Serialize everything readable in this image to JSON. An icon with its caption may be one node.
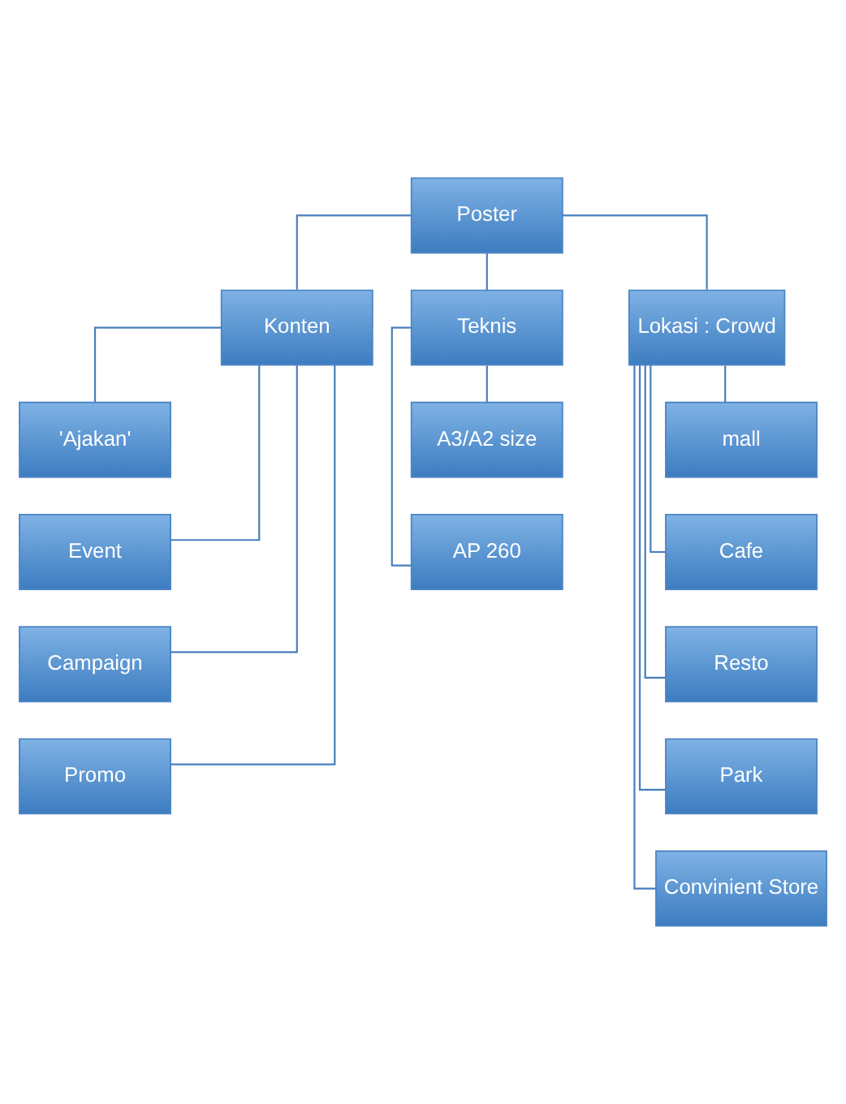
{
  "diagram": {
    "nodes": [
      {
        "text": [
          "Poster"
        ]
      },
      {
        "text": [
          "Konten"
        ]
      },
      {
        "text": [
          "Teknis"
        ]
      },
      {
        "text": [
          "Lokasi : Crowd"
        ]
      },
      {
        "text": [
          "'Ajakan'"
        ]
      },
      {
        "text": [
          "Event"
        ]
      },
      {
        "text": [
          "Campaign"
        ]
      },
      {
        "text": [
          "Promo"
        ]
      },
      {
        "text": [
          "A3/A2 size"
        ]
      },
      {
        "text": [
          "AP 260"
        ]
      },
      {
        "text": [
          "mall"
        ]
      },
      {
        "text": [
          "Cafe"
        ]
      },
      {
        "text": [
          "Resto"
        ]
      },
      {
        "text": [
          "Park"
        ]
      },
      {
        "text": [
          "Convinient Store"
        ]
      }
    ],
    "edges": [
      {
        "from": 0,
        "to": 1,
        "arrow": "none"
      },
      {
        "from": 0,
        "to": 2,
        "arrow": "none"
      },
      {
        "from": 0,
        "to": 3,
        "arrow": "none"
      },
      {
        "from": 1,
        "to": 4,
        "arrow": "none"
      },
      {
        "from": 1,
        "to": 5,
        "arrow": "none"
      },
      {
        "from": 1,
        "to": 6,
        "arrow": "none"
      },
      {
        "from": 1,
        "to": 7,
        "arrow": "none"
      },
      {
        "from": 2,
        "to": 8,
        "arrow": "none"
      },
      {
        "from": 2,
        "to": 9,
        "arrow": "none"
      },
      {
        "from": 3,
        "to": 10,
        "arrow": "none"
      },
      {
        "from": 3,
        "to": 11,
        "arrow": "none"
      },
      {
        "from": 3,
        "to": 12,
        "arrow": "none"
      },
      {
        "from": 3,
        "to": 13,
        "arrow": "none"
      },
      {
        "from": 3,
        "to": 14,
        "arrow": "none"
      }
    ]
  }
}
